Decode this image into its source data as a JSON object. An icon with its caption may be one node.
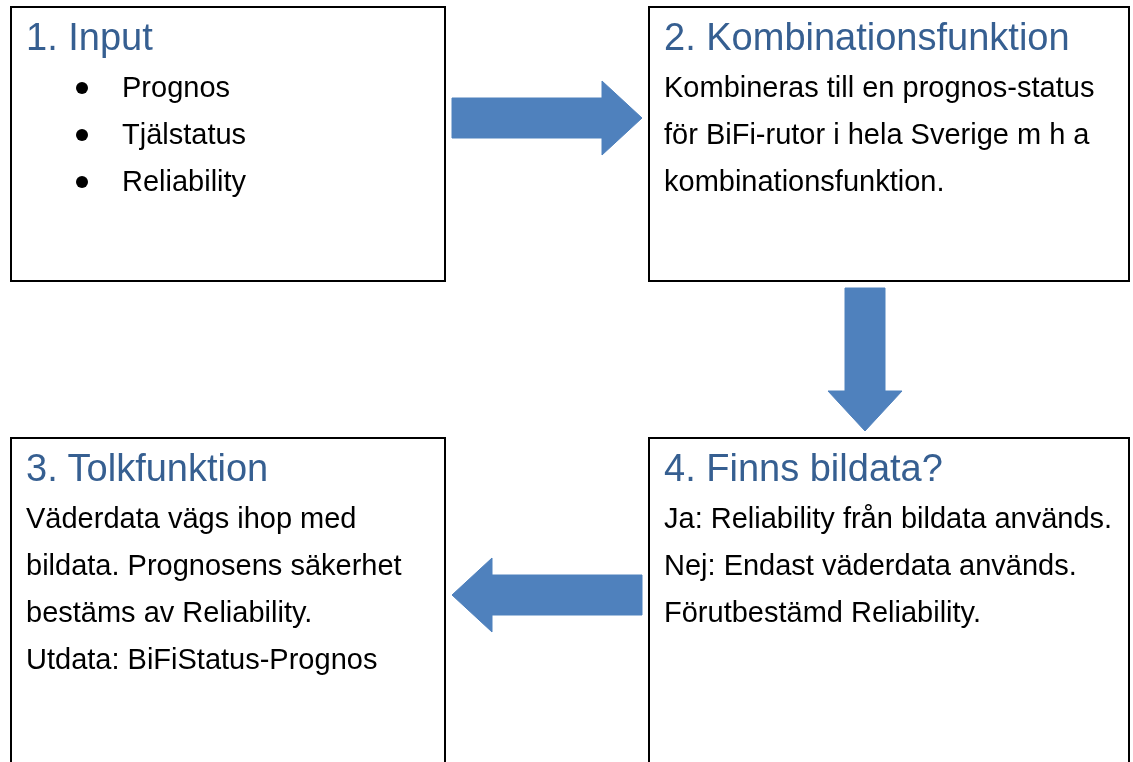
{
  "diagram": {
    "nodes": [
      {
        "text": [
          "1. Input",
          "Prognos",
          "Tjälstatus",
          "Reliability"
        ]
      },
      {
        "text": [
          "2. Kombinationsfunktion",
          "Kombineras till en prognos-status för BiFi-rutor i hela Sverige m h a kombinationsfunktion."
        ]
      },
      {
        "text": [
          "3. Tolkfunktion",
          "Väderdata vägs ihop med bildata. Prognosens säkerhet bestäms av Reliability.",
          "Utdata: BiFiStatus-Prognos"
        ]
      },
      {
        "text": [
          "4. Finns bildata?",
          "Ja: Reliability från bildata används.",
          "Nej: Endast väderdata används. Förutbestämd Reliability."
        ]
      }
    ],
    "edges": [
      {
        "from": 0,
        "to": 1,
        "arrow": "to"
      },
      {
        "from": 1,
        "to": 3,
        "arrow": "to"
      },
      {
        "from": 3,
        "to": 2,
        "arrow": "to"
      }
    ]
  }
}
